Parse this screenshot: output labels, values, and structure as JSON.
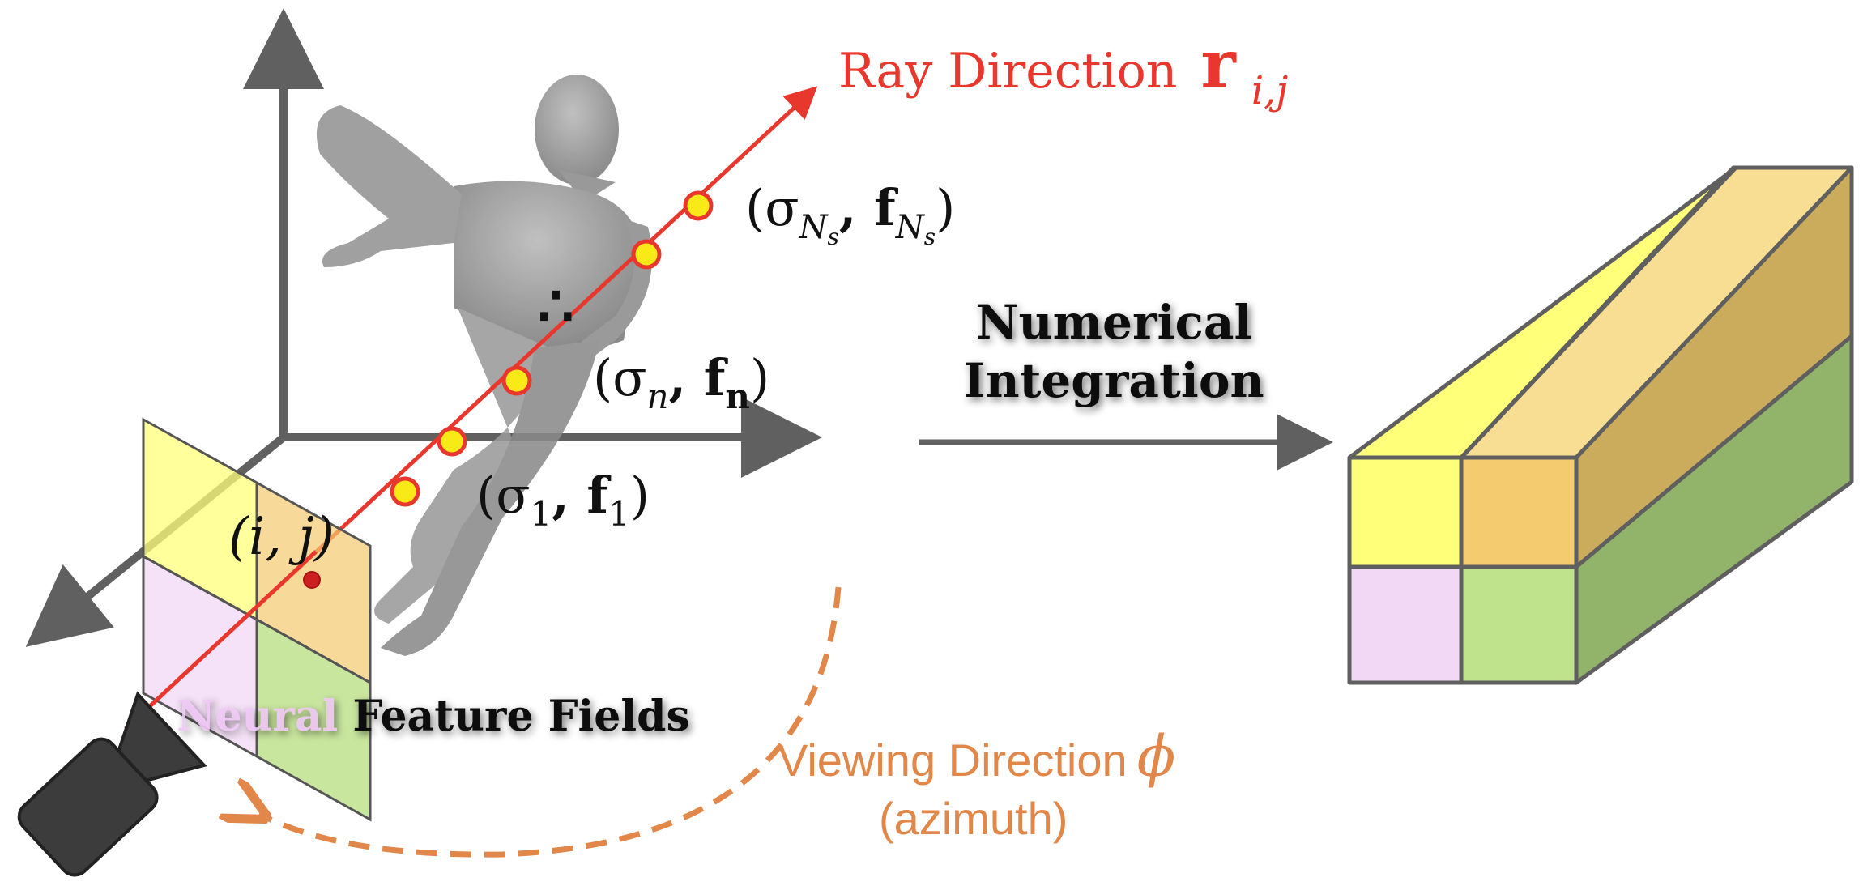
{
  "labels": {
    "ray_direction": "Ray Direction",
    "ray_symbol": "r",
    "ray_subscript": "i,j",
    "sample_last": "(σ",
    "sample_last_sub": "N",
    "sample_last_subsub": "s",
    "sample_last_f": ", f",
    "sample_last_close": ")",
    "sample_n": "(σ",
    "sample_n_sub": "n",
    "sample_n_f": ", f",
    "sample_n_close": ")",
    "sample_1": "(σ",
    "sample_1_sub": "1",
    "sample_1_f": ", f",
    "sample_1_close": ")",
    "ellipsis": "∴",
    "pixel_label": "(i, j)",
    "neural_prefix": "Neural",
    "feature_fields": " Feature Fields",
    "numerical": "Numerical",
    "integration": "Integration",
    "viewing_direction": "Viewing Direction",
    "viewing_symbol": "ϕ",
    "azimuth": "(azimuth)"
  },
  "colors": {
    "axis": "#606060",
    "ray": "#e8372c",
    "sample_fill": "#f7ea16",
    "viewing": "#e2874a",
    "yellow": "#ffff7a",
    "orange": "#f4cb6e",
    "pink": "#f3d8f5",
    "green": "#bfe28d"
  },
  "icons": {
    "camera": "camera-icon",
    "human": "human-figure-icon"
  }
}
